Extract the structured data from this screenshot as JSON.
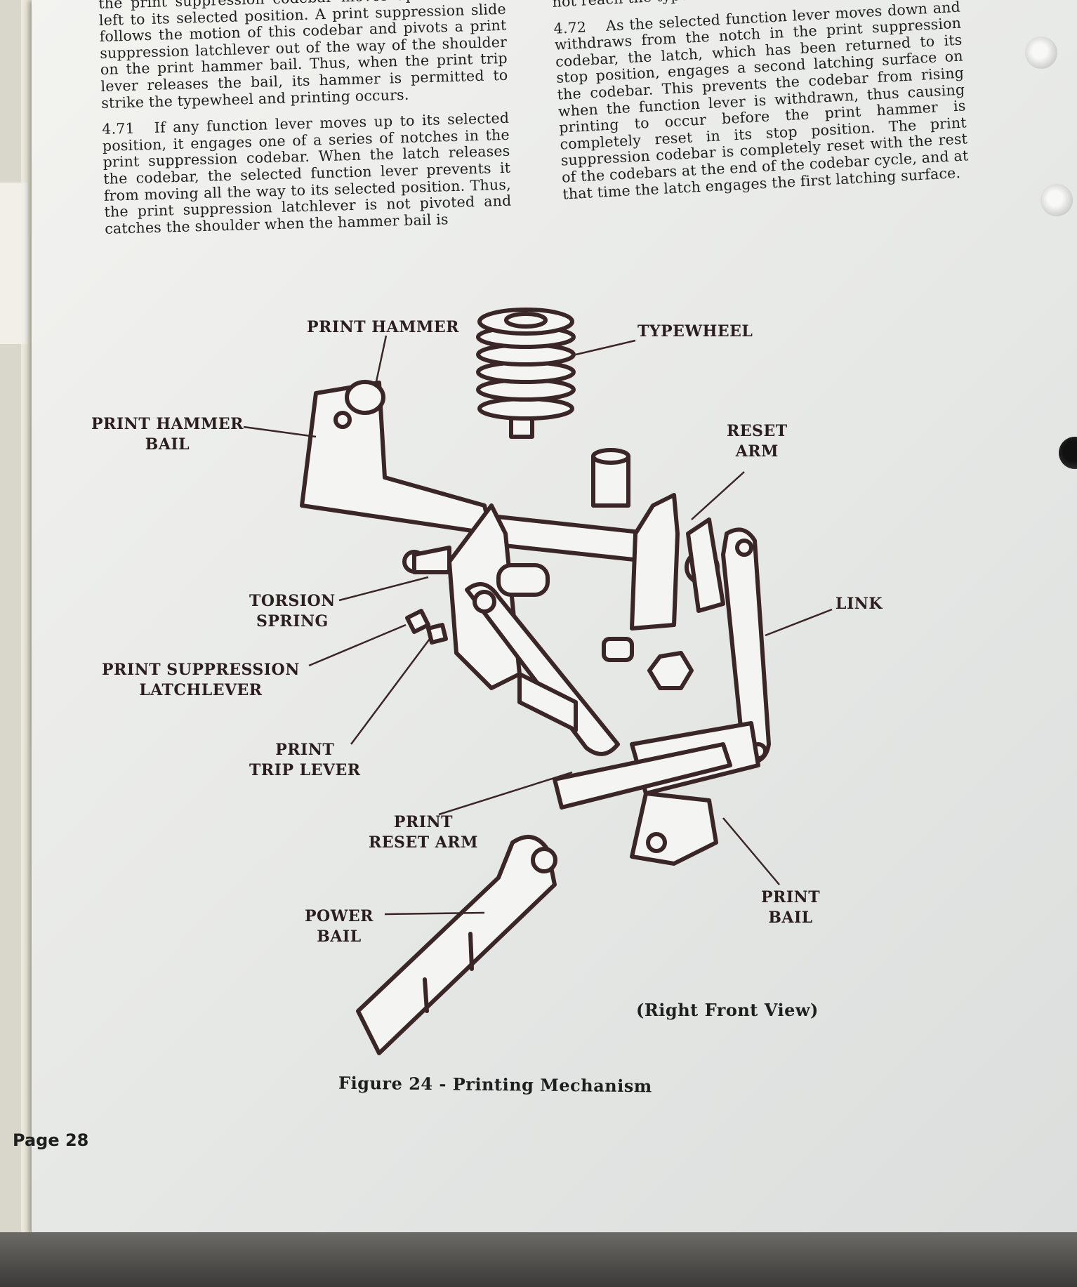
{
  "left_column": {
    "p1_lines": "the print suppression codebar moves up and to the left to its selected position. A print suppression slide follows the motion of this codebar and pivots a print suppression latchlever out of the way of the shoulder on the print hammer bail. Thus, when the print trip lever releases the bail, its hammer is permitted to strike the typewheel and printing occurs.",
    "p2_number": "4.71",
    "p2_text": "If any function lever moves up to its selected position, it engages one of a series of notches in the print suppression codebar. When the latch releases the codebar, the selected function lever prevents it from moving all the way to its selected position. Thus, the print suppression latchlever is not pivoted and catches the shoulder when the hammer bail is"
  },
  "right_column": {
    "p1_text": "not reach the typewheel, and printing is suppressed.",
    "p2_number": "4.72",
    "p2_text": "As the selected function lever moves down and withdraws from the notch in the print suppression codebar, the latch, which has been returned to its stop position, engages a second latching surface on the codebar. This prevents the codebar from rising when the function lever is withdrawn, thus causing printing to occur before the print hammer is completely reset in its stop position. The print suppression codebar is completely reset with the rest of the codebars at the end of the codebar cycle, and at that time the latch engages the first latching surface."
  },
  "figure": {
    "labels": {
      "print_hammer": "PRINT HAMMER",
      "typewheel": "TYPEWHEEL",
      "print_hammer_bail_1": "PRINT HAMMER",
      "print_hammer_bail_2": "BAIL",
      "reset_arm_1": "RESET",
      "reset_arm_2": "ARM",
      "torsion_spring_1": "TORSION",
      "torsion_spring_2": "SPRING",
      "link": "LINK",
      "print_suppression_latchlever_1": "PRINT SUPPRESSION",
      "print_suppression_latchlever_2": "LATCHLEVER",
      "print_trip_lever_1": "PRINT",
      "print_trip_lever_2": "TRIP LEVER",
      "print_reset_arm_1": "PRINT",
      "print_reset_arm_2": "RESET ARM",
      "power_bail_1": "POWER",
      "power_bail_2": "BAIL",
      "print_bail_1": "PRINT",
      "print_bail_2": "BAIL"
    },
    "view_note": "(Right Front View)",
    "caption": "Figure 24 - Printing Mechanism"
  },
  "footer": {
    "page_number": "Page 28"
  },
  "colors": {
    "ink": "#1e1e1e",
    "diagram_line": "#3a2626",
    "paper": "#eceeec"
  }
}
